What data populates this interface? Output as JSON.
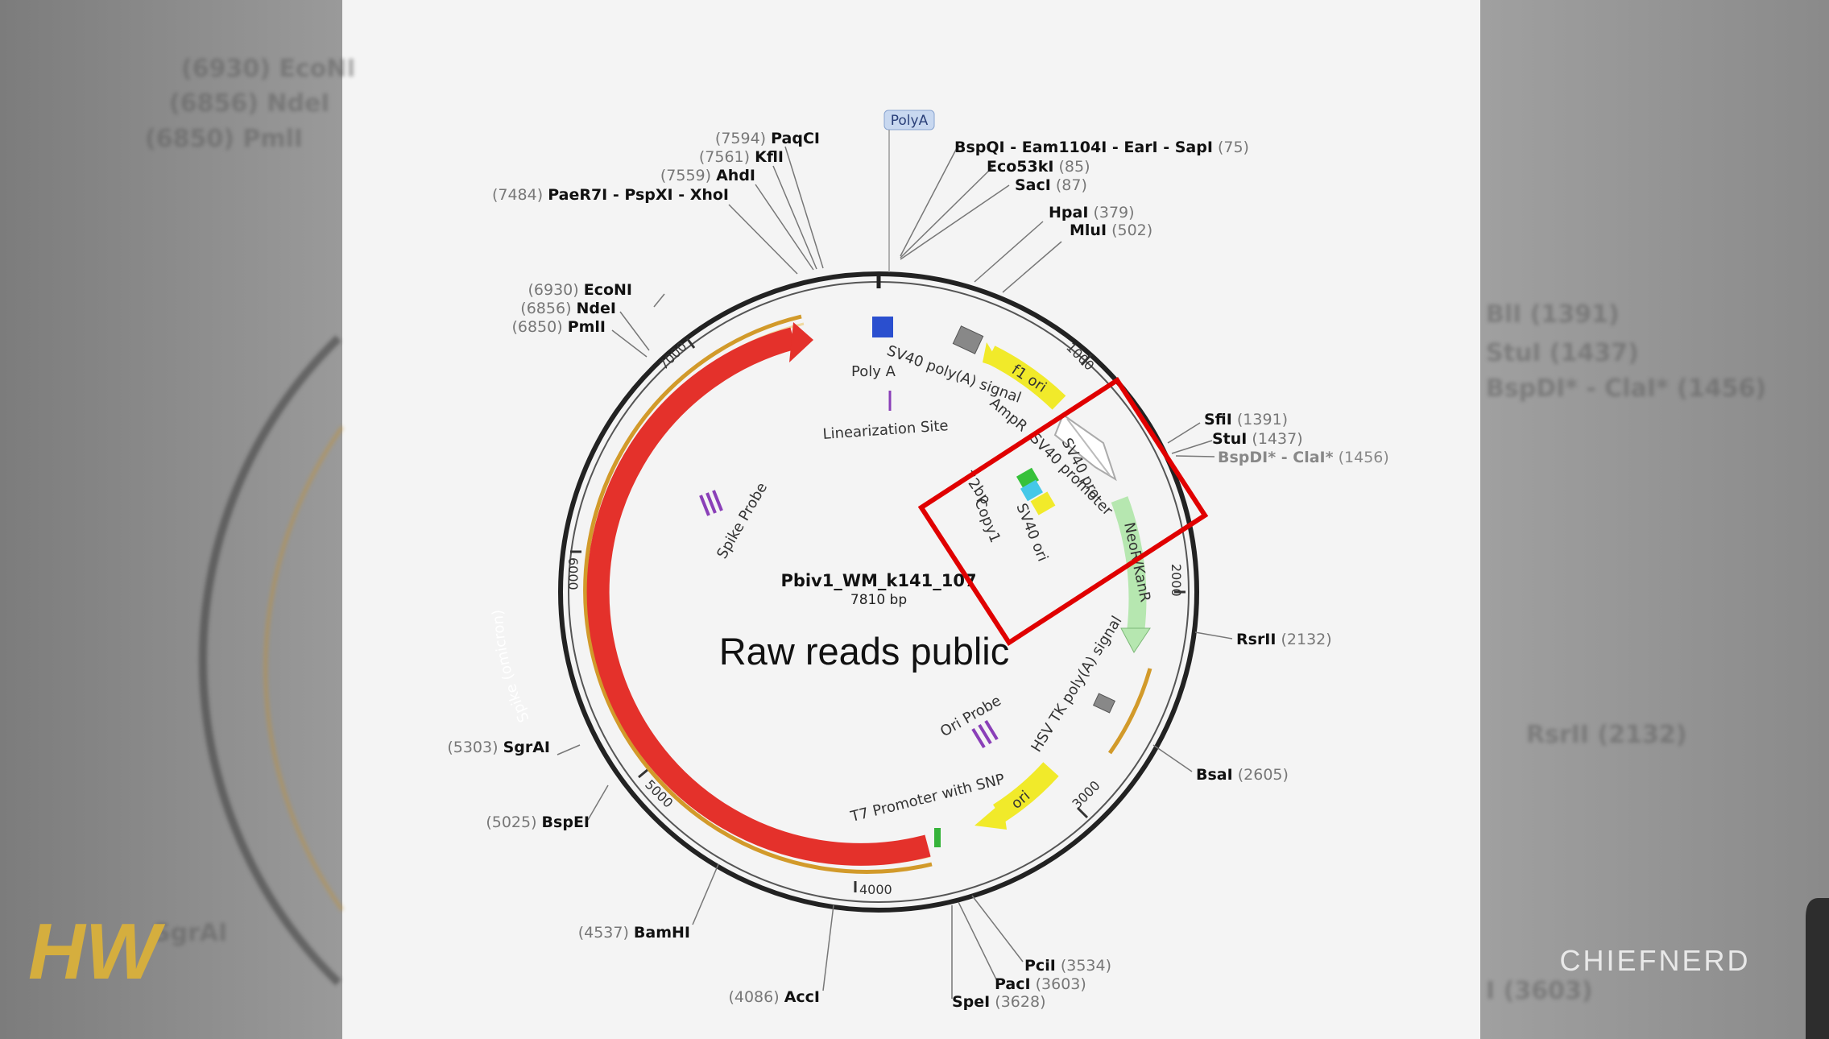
{
  "plasmid": {
    "name": "Pbiv1_WM_k141_107",
    "size": "7810 bp"
  },
  "overlay_text": "Raw reads public",
  "watermark": "CHIEFNERD",
  "logo": "HW",
  "colors": {
    "backbone": "#222222",
    "spike": "#e4312b",
    "yellow_feature": "#f1ea2a",
    "neo": "#b6e7b0",
    "highlight_box": "#e00000",
    "orange_strand": "#d29a2a"
  },
  "sites": [
    {
      "pos": "(7594)",
      "name": "PaqCI"
    },
    {
      "pos": "(7561)",
      "name": "KflI"
    },
    {
      "pos": "(7559)",
      "name": "AhdI"
    },
    {
      "pos": "(7484)",
      "name": "PaeR7I - PspXI - XhoI"
    },
    {
      "pos": "(6930)",
      "name": "EcoNI"
    },
    {
      "pos": "(6856)",
      "name": "NdeI"
    },
    {
      "pos": "(6850)",
      "name": "PmlI"
    },
    {
      "pos": "(5303)",
      "name": "SgrAI"
    },
    {
      "pos": "(5025)",
      "name": "BspEI"
    },
    {
      "pos": "(4537)",
      "name": "BamHI"
    },
    {
      "pos": "(4086)",
      "name": "AccI"
    },
    {
      "name": "BspQI - Eam1104I - EarI - SapI",
      "pos": "(75)"
    },
    {
      "name": "Eco53kI",
      "pos": "(85)"
    },
    {
      "name": "SacI",
      "pos": "(87)"
    },
    {
      "name": "HpaI",
      "pos": "(379)"
    },
    {
      "name": "MluI",
      "pos": "(502)"
    },
    {
      "name": "SfiI",
      "pos": "(1391)"
    },
    {
      "name": "StuI",
      "pos": "(1437)"
    },
    {
      "name": "BspDI* - ClaI*",
      "pos": "(1456)"
    },
    {
      "name": "RsrII",
      "pos": "(2132)"
    },
    {
      "name": "BsaI",
      "pos": "(2605)"
    },
    {
      "name": "PciI",
      "pos": "(3534)"
    },
    {
      "name": "PacI",
      "pos": "(3603)"
    },
    {
      "name": "SpeI",
      "pos": "(3628)"
    }
  ],
  "features": {
    "polya_tag": "PolyA",
    "poly_a": "Poly A",
    "sv40_polya": "SV40 poly(A) signal",
    "f1_ori": "f1 ori",
    "ampr": "AmpR",
    "sv40_promoter": "SV40 promoter",
    "sv40_pro": "SV40 pro",
    "bp72": "72bp",
    "copy1": "Copy1",
    "sv40_ori": "SV40 ori",
    "neo": "NeoR/KanR",
    "hsv": "HSV TK poly(A) signal",
    "ori_probe": "Ori Probe",
    "ori": "ori",
    "t7": "T7 Promoter with SNP",
    "spike": "Spike (omicron)",
    "spike_probe": "Spike Probe",
    "linearization": "Linearization Site"
  },
  "ticks": [
    "1000",
    "2000",
    "3000",
    "4000",
    "5000",
    "6000",
    "7000"
  ],
  "ghost_left": [
    "(6930) EcoNI",
    "(6856) NdeI",
    "(6850) PmlI",
    "SgrAI"
  ],
  "ghost_right": [
    "BlI (1391)",
    "StuI (1437)",
    "BspDI* - ClaI* (1456)",
    "RsrII (2132)",
    "I (3603)"
  ]
}
